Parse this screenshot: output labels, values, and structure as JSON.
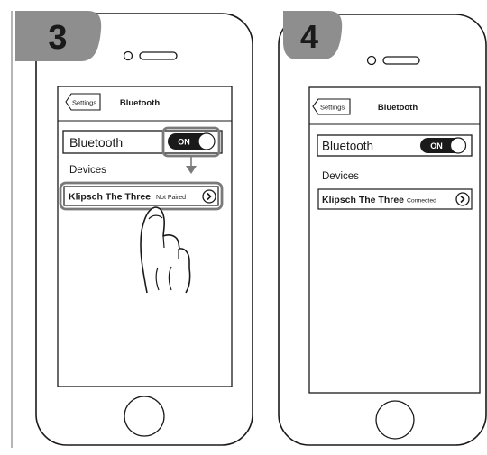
{
  "step3": {
    "number": "3",
    "settings_back": "Settings",
    "nav_title": "Bluetooth",
    "bluetooth_label": "Bluetooth",
    "toggle_state": "ON",
    "devices_header": "Devices",
    "device_name": "Klipsch The Three",
    "device_status": "Not Paired",
    "highlight_color": "#7a7a7a"
  },
  "step4": {
    "number": "4",
    "settings_back": "Settings",
    "nav_title": "Bluetooth",
    "bluetooth_label": "Bluetooth",
    "toggle_state": "ON",
    "devices_header": "Devices",
    "device_name": "Klipsch The Three",
    "device_status": "Connected"
  },
  "colors": {
    "badge": "#8e8e8e",
    "toggle_fill": "#1a1a1a",
    "line": "#1a1a1a",
    "left_rule": "#b5b5b5"
  },
  "icons": [
    "chevron-right-icon",
    "hand-pointer-icon",
    "down-arrow-icon",
    "speaker-icon",
    "home-button-icon"
  ]
}
